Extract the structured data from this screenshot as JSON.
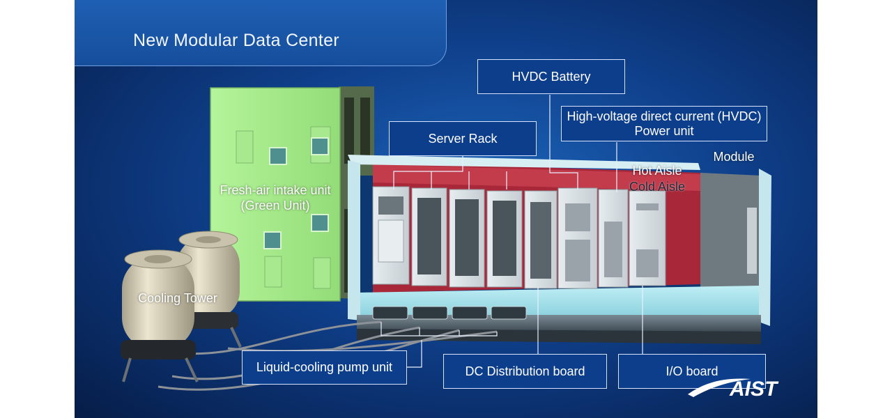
{
  "title": "New Modular Data Center",
  "labels": {
    "hvdc_battery": "HVDC Battery",
    "hvdc_power_unit_line1": "High-voltage direct current (HVDC)",
    "hvdc_power_unit_line2": "Power unit",
    "server_rack": "Server Rack",
    "module": "Module",
    "hot_aisle": "Hot Aisle",
    "cold_aisle": "Cold Aisle",
    "fresh_air_line1": "Fresh-air intake unit",
    "fresh_air_line2": "(Green Unit)",
    "cooling_tower": "Cooling Tower",
    "liquid_cooling_pump": "Liquid-cooling pump unit",
    "dc_distribution": "DC Distribution board",
    "io_board": "I/O board"
  },
  "logo_text": "AIST",
  "colors": {
    "background": "#0f3f8a",
    "label_box": "#0c3e8c",
    "green_unit": "#a6ec8c",
    "container": "#cfe9ef",
    "hot_aisle_wall": "#c03845",
    "cooling_tower": "#d9d3bd"
  }
}
